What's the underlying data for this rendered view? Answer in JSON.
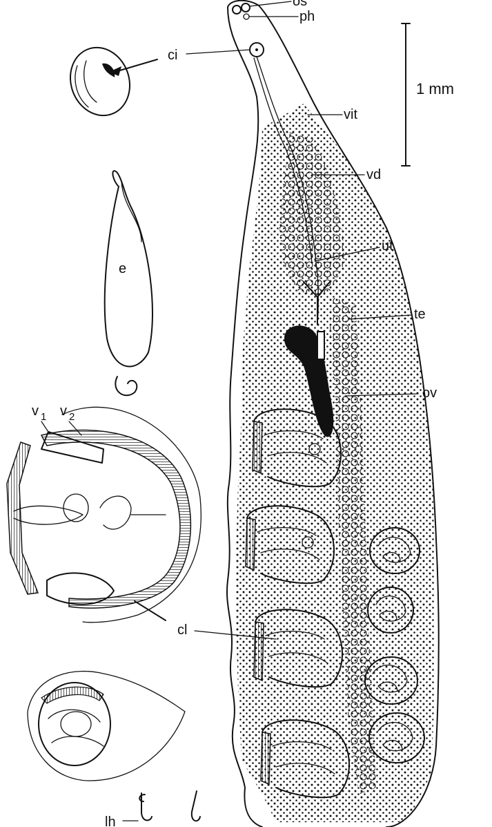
{
  "scale_bar": {
    "label": "1 mm"
  },
  "labels": {
    "os": "os",
    "ph": "ph",
    "ci": "ci",
    "vit": "vit",
    "vd": "vd",
    "ut": "ut",
    "te": "te",
    "ov": "ov",
    "e": "e",
    "v1_base": "v",
    "v1_sub": "1",
    "v2_base": "v",
    "v2_sub": "2",
    "cl": "cl",
    "lh": "lh"
  },
  "colors": {
    "ink": "#111111",
    "paper": "#ffffff"
  }
}
